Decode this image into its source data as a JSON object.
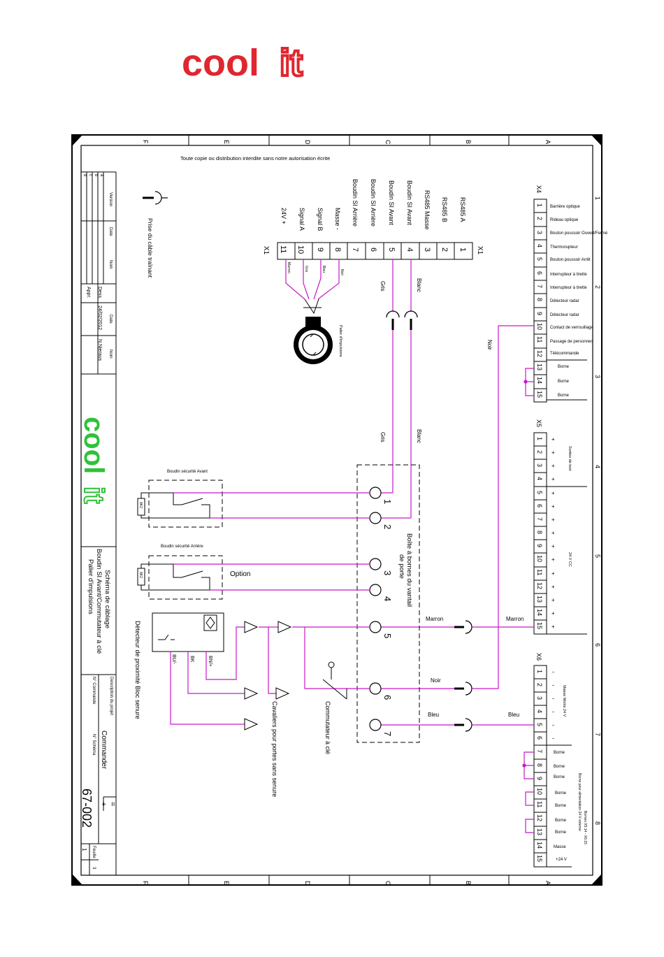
{
  "logo": {
    "part1": "cool",
    "part2": "it",
    "color": "#e0262f"
  },
  "colors": {
    "wire": "#c819c8",
    "line": "#000000",
    "logo_green": "#2fc23a"
  },
  "frame": {
    "top_letters": [
      "F",
      "E",
      "D",
      "C",
      "B",
      "A"
    ],
    "side_numbers": [
      "1",
      "2",
      "3",
      "4",
      "5",
      "6",
      "7",
      "8"
    ],
    "notice": "Toute copie ou distribution interdite sans notre autorisation écrite"
  },
  "title_block": {
    "rev_letters": [
      "a",
      "b",
      "c",
      "d"
    ],
    "version_label": "Version",
    "date_label": "Date",
    "nom_label": "Nom",
    "dess_label": "Dess.",
    "appr_label": "Appr.",
    "date_value": "24/02/2012",
    "nom_value": "N.Nieraus",
    "logo_cool": "cool",
    "logo_it": "it",
    "title_1": "Schéma de câblage",
    "title_2": "Boudin SI Avant/Commutateur à clé",
    "title_3": "Palier d'impulsions",
    "desc_label": "Description du projet",
    "commande_label": "N° Commande",
    "commander": "Commander",
    "schema_label": "N° Schéma",
    "schema_no": "67-002",
    "feuille_label": "Feuille",
    "feuille_value": "1",
    "page_of": "3",
    "plus": "+",
    "eq": "="
  },
  "x1": {
    "label": "X1",
    "terminals": [
      "1",
      "2",
      "3",
      "4",
      "5",
      "6",
      "7",
      "8",
      "9",
      "10",
      "11"
    ],
    "signals": [
      "RS485 A",
      "RS485 B",
      "RS485 Masse",
      "Boudin SI Avant",
      "Boudin SI Avant",
      "Boudin SI Arrière",
      "Boudin SI Arrière",
      "Masse -",
      "Signal B",
      "Signal A",
      "24V +"
    ]
  },
  "plug": {
    "label": "Prise du câble traînant"
  },
  "encoder": {
    "label": "Palier d'impulsions",
    "wires": [
      "Noir",
      "Bleu",
      "Gris",
      "Marron"
    ]
  },
  "x4": {
    "label": "X4",
    "numbers": [
      "1",
      "2",
      "3",
      "4",
      "5",
      "6",
      "7",
      "8",
      "9",
      "10",
      "11",
      "12",
      "13",
      "14",
      "15"
    ],
    "functions": [
      "Barrière optique",
      "Rideau optique",
      "Bouton poussoir Ouvert/Fermé",
      "Thermorupteur",
      "Bouton poussoir Arrêt",
      "Interrupteur à tirette",
      "Interrupteur à tirette",
      "Détecteur radar",
      "Détecteur radar",
      "Contact de verrouillage",
      "Passage de personnes",
      "Télécommande",
      "Borne",
      "Borne",
      "Borne"
    ]
  },
  "x5": {
    "label": "X5",
    "numbers": [
      "1",
      "2",
      "3",
      "4",
      "5",
      "6",
      "7",
      "8",
      "9",
      "10",
      "11",
      "12",
      "13",
      "14",
      "15"
    ],
    "signs": [
      "+",
      "+",
      "+",
      "+",
      "+",
      "+",
      "+",
      "+",
      "+",
      "+",
      "+",
      "+",
      "+",
      "+",
      "+"
    ],
    "group1": "Sorties de test",
    "group2": "24 V CC"
  },
  "x6": {
    "label": "X6",
    "numbers": [
      "1",
      "2",
      "3",
      "4",
      "5",
      "6",
      "7",
      "8",
      "9",
      "10",
      "11",
      "12",
      "13",
      "14",
      "15"
    ],
    "signs": [
      "-",
      "-",
      "-",
      "-",
      "-",
      "-"
    ],
    "group": "Masse Moins 24 V",
    "bornes": [
      "Borne",
      "Borne",
      "Borne",
      "Borne",
      "Borne",
      "Borne",
      "Borne"
    ],
    "masse": "Masse",
    "plus24": "+24 V",
    "note1": "Bornes X5.14 - X6.15",
    "note2": "Borne pour alimentation 24 V externe"
  },
  "wires": {
    "gris": "Gris",
    "blanc": "Blanc",
    "noir": "Noir",
    "marron": "Marron",
    "bleu": "Bleu",
    "option": "Option"
  },
  "boxes": {
    "avant": "Boudin sécurité Avant",
    "arriere": "Boudin sécurité Arrière",
    "res": "8K2",
    "bornes_vantail_1": "Boîte à bornes du vantail",
    "bornes_vantail_2": "de porte",
    "terminals": [
      "1",
      "2",
      "3",
      "4",
      "5",
      "6",
      "7"
    ],
    "detector": "Détecteur de proximité Bloc senure",
    "det_wires": [
      "BU/-",
      "BK",
      "BN/+"
    ],
    "cavaliers": "Cavaliers pour portes sans senure",
    "commutateur": "Commutateur à clé"
  }
}
